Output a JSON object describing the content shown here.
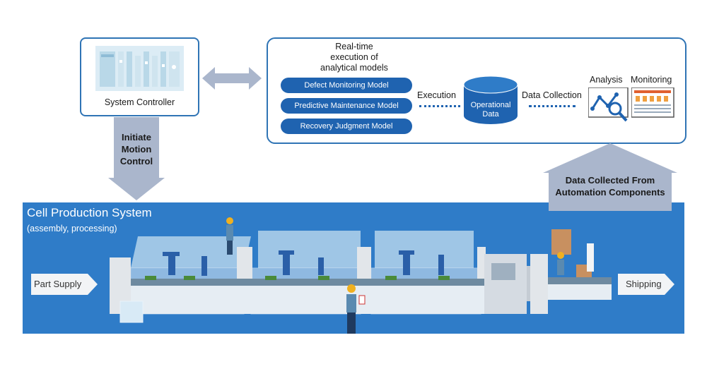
{
  "system_controller": {
    "label": "System Controller"
  },
  "realtime": {
    "title_lines": [
      "Real-time",
      "execution of",
      "analytical models"
    ]
  },
  "models": [
    {
      "label": "Defect Monitoring Model"
    },
    {
      "label": "Predictive Maintenance Model"
    },
    {
      "label": "Recovery Judgment Model"
    }
  ],
  "execution_label": "Execution",
  "database": {
    "lines": [
      "Operational",
      "Data"
    ]
  },
  "data_collection_label": "Data Collection",
  "analysis_label": "Analysis",
  "monitoring_label": "Monitoring",
  "motion_arrow": {
    "lines": [
      "Initiate",
      "Motion",
      "Control"
    ]
  },
  "collected_arrow": {
    "lines": [
      "Data Collected From",
      "Automation Components"
    ]
  },
  "production": {
    "title": "Cell Production System",
    "subtitle": "(assembly, processing)"
  },
  "part_supply_label": "Part Supply",
  "shipping_label": "Shipping",
  "colors": {
    "primary_blue": "#1f63b0",
    "band_blue": "#2f7cc8",
    "arrow_gray": "#aab6cc"
  }
}
